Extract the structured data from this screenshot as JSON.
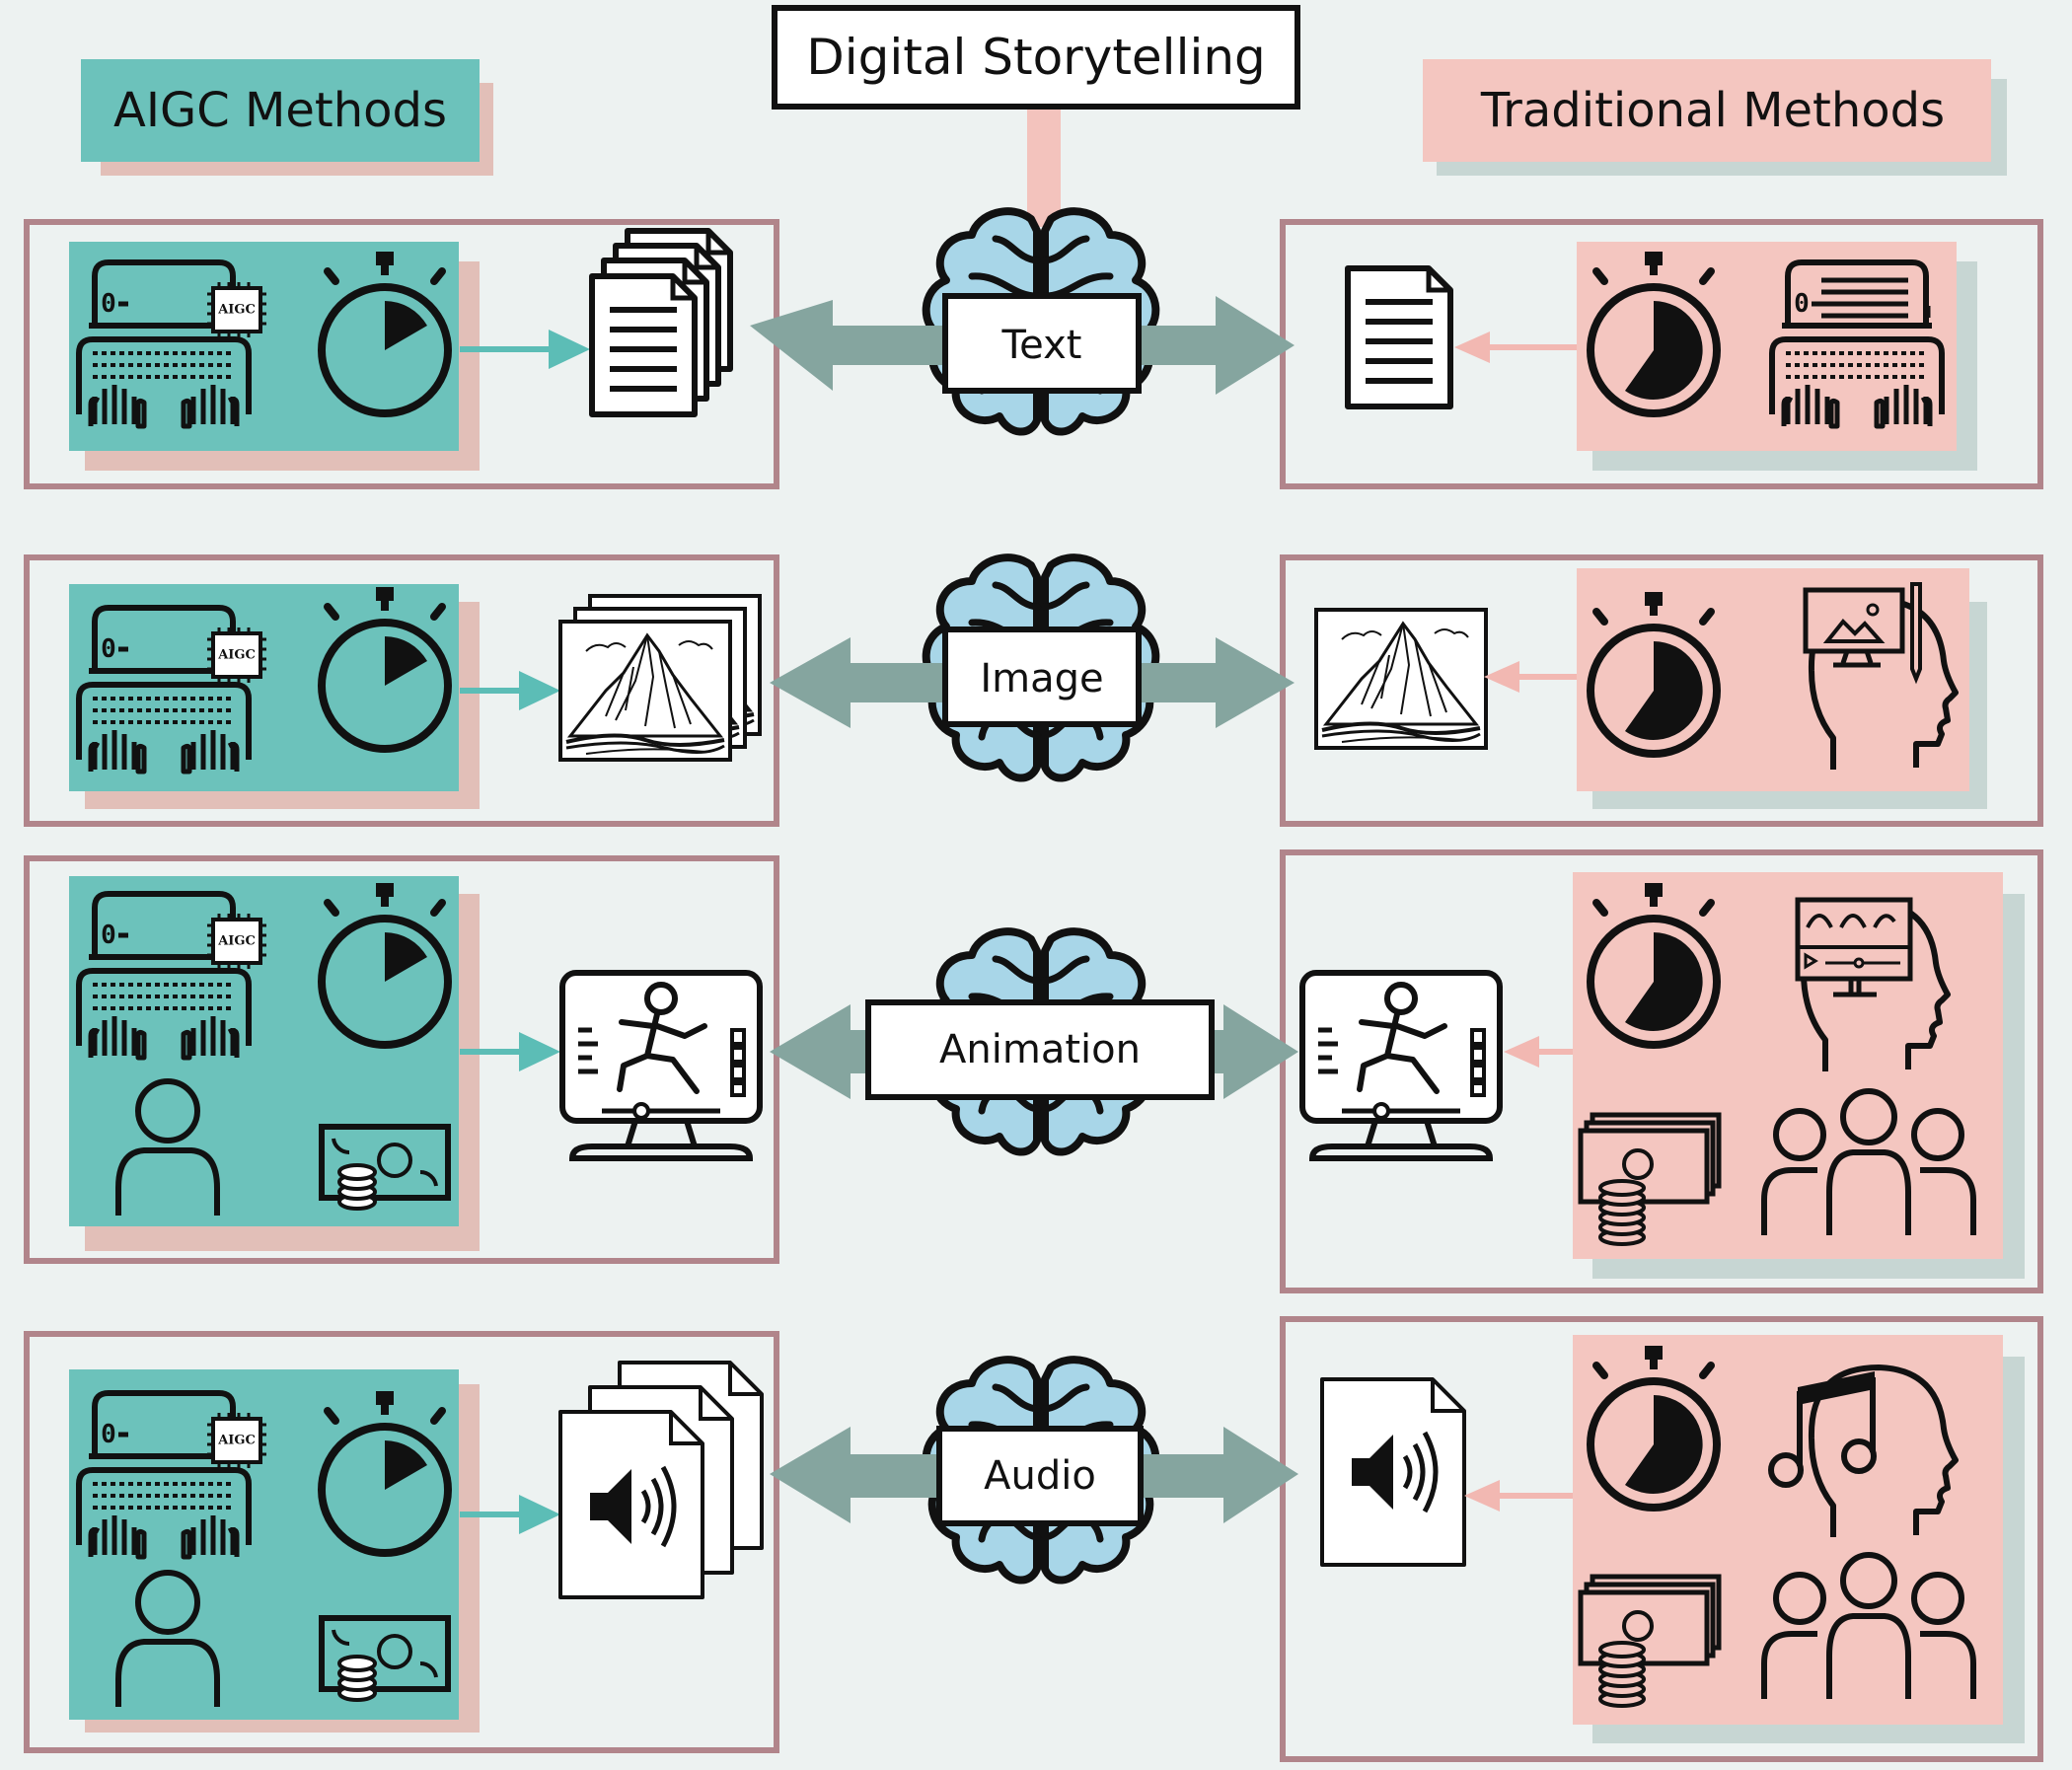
{
  "title": "Digital Storytelling",
  "left_header": "AIGC Methods",
  "right_header": "Traditional Methods",
  "chip_label": "AIGC",
  "rows": [
    {
      "label": "Text"
    },
    {
      "label": "Image"
    },
    {
      "label": "Animation"
    },
    {
      "label": "Audio"
    }
  ],
  "colors": {
    "background": "#edf2f1",
    "aigc_fill": "#6cc2bb",
    "aigc_shadow": "#e2bfb8",
    "traditional_fill": "#f4c6c0",
    "traditional_shadow": "#c7d6d3",
    "frame_border": "#b1858b",
    "center_arrow": "#85a59f",
    "aigc_arrow": "#5cbdb6",
    "traditional_arrow": "#f2b8b2",
    "brain_fill": "#a8d6e8",
    "stem": "#f3c3bd"
  },
  "icons": {
    "aigc": [
      "ai-typing-terminal-icon",
      "stopwatch-short-icon",
      "person-icon",
      "money-icon"
    ],
    "traditional": [
      "typing-terminal-icon",
      "stopwatch-long-icon",
      "designer-head-icon",
      "animator-head-icon",
      "musician-head-icon",
      "money-stack-icon",
      "team-icon"
    ],
    "outputs": [
      "document-stack-icon",
      "image-stack-icon",
      "animation-monitor-icon",
      "audio-file-stack-icon",
      "document-icon",
      "image-icon",
      "audio-file-icon"
    ],
    "center": [
      "brain-icon"
    ]
  }
}
